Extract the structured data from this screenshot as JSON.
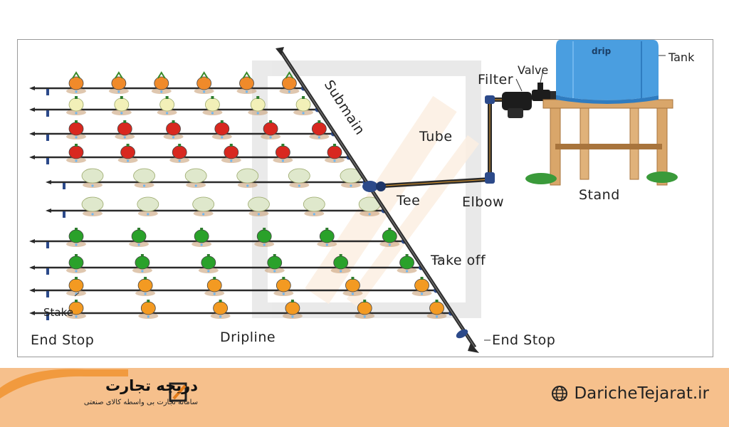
{
  "labels": {
    "submain": "Submain",
    "filter": "Filter",
    "valve": "Valve",
    "tank": "Tank",
    "tank_brand": "drip",
    "tube": "Tube",
    "tee": "Tee",
    "elbow": "Elbow",
    "stand": "Stand",
    "take_off": "Take off",
    "stake": "Stake",
    "end_stop_left": "End Stop",
    "dripline": "Dripline",
    "end_stop_right": "End Stop"
  },
  "crops": [
    "carrot",
    "onion",
    "tomato",
    "tomato",
    "cabbage",
    "cabbage",
    "green-pepper",
    "green-pepper",
    "orange-pepper",
    "orange-pepper"
  ],
  "colors": {
    "tank": "#4a9ee0",
    "pipe": "#2a2a2a",
    "fitting": "#2c4a8a",
    "stand_wood": "#d9a66a",
    "footer": "#f6c08c",
    "footer_accent": "#f19a3e"
  },
  "footer": {
    "brand_name": "دریچه تجارت",
    "brand_tagline": "سامانه تجارت بی واسطه کالای صنعتی",
    "website": "DaricheTejarat.ir"
  }
}
